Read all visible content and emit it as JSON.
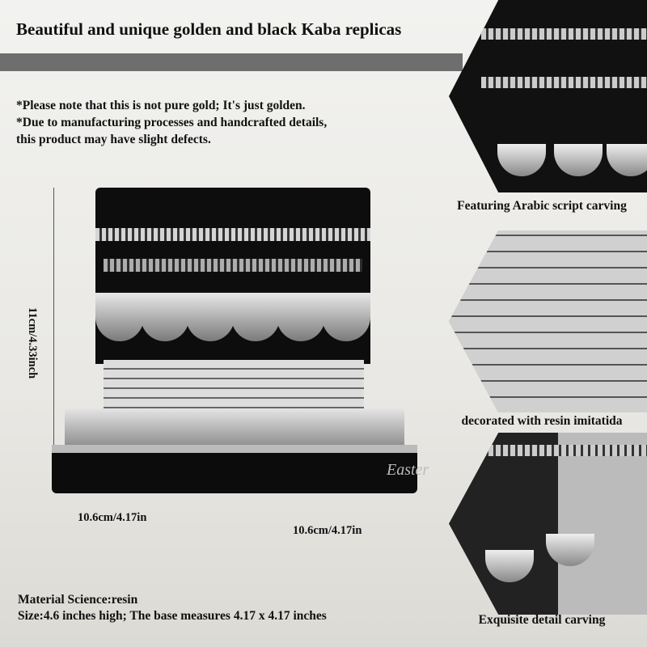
{
  "title": "Beautiful and unique golden and black Kaba replicas",
  "notes": [
    "*Please note that this is not pure gold; It's just golden.",
    "*Due to manufacturing processes and handcrafted details,",
    "this product may have slight defects."
  ],
  "dimensions": {
    "height": "11cm/4.33inch",
    "width_left": "10.6cm/4.17in",
    "width_right": "10.6cm/4.17in"
  },
  "watermark": "Easter",
  "details": [
    {
      "caption": "Featuring Arabic script carving"
    },
    {
      "caption": "decorated with resin imitatida"
    },
    {
      "caption": "Exquisite detail carving"
    }
  ],
  "specs": {
    "material": "Material Science:resin",
    "size": "Size:4.6 inches high; The base measures 4.17 x 4.17 inches"
  },
  "colors": {
    "bar": "#6e6e6e",
    "black": "#0d0d0d",
    "silver": "#c8c8c8"
  }
}
